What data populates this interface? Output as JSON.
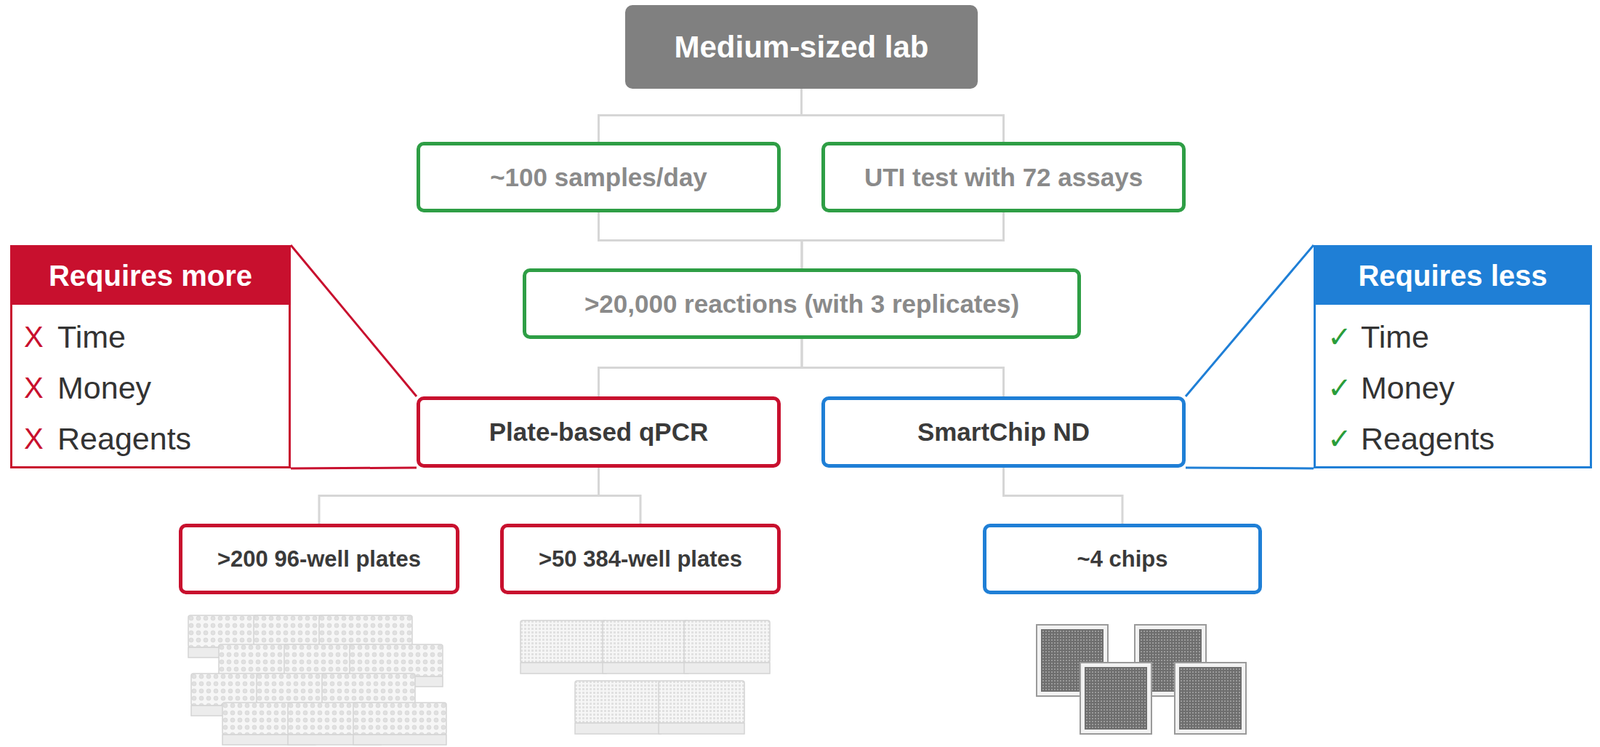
{
  "diagram": {
    "nodes": [
      {
        "text": [
          "Medium-sized lab"
        ]
      },
      {
        "text": [
          "~100 samples/day"
        ]
      },
      {
        "text": [
          "UTI test with 72 assays"
        ]
      },
      {
        "text": [
          "Requires more",
          "Time",
          "Money",
          "Reagents"
        ]
      },
      {
        "text": [
          ">20,000 reactions (with 3 replicates)"
        ]
      },
      {
        "text": [
          "Requires less",
          "Time",
          "Money",
          "Reagents"
        ]
      },
      {
        "text": [
          "Plate-based qPCR"
        ]
      },
      {
        "text": [
          "SmartChip ND"
        ]
      },
      {
        "text": [
          ">200 96-well plates"
        ]
      },
      {
        "text": [
          ">50 384-well plates"
        ]
      },
      {
        "text": [
          "~4 chips"
        ]
      }
    ],
    "edges": [
      {
        "from": 0,
        "to": 1,
        "arrow": "none"
      },
      {
        "from": 0,
        "to": 2,
        "arrow": "none"
      },
      {
        "from": 1,
        "to": 4,
        "arrow": "none"
      },
      {
        "from": 2,
        "to": 4,
        "arrow": "none"
      },
      {
        "from": 4,
        "to": 6,
        "arrow": "none"
      },
      {
        "from": 4,
        "to": 7,
        "arrow": "none"
      },
      {
        "from": 6,
        "to": 8,
        "arrow": "none"
      },
      {
        "from": 6,
        "to": 9,
        "arrow": "none"
      },
      {
        "from": 7,
        "to": 10,
        "arrow": "none"
      },
      {
        "from": 3,
        "to": 6,
        "arrow": "none"
      },
      {
        "from": 5,
        "to": 7,
        "arrow": "none"
      }
    ],
    "labels": [
      "X",
      "X",
      "X",
      "✓",
      "✓",
      "✓"
    ]
  }
}
